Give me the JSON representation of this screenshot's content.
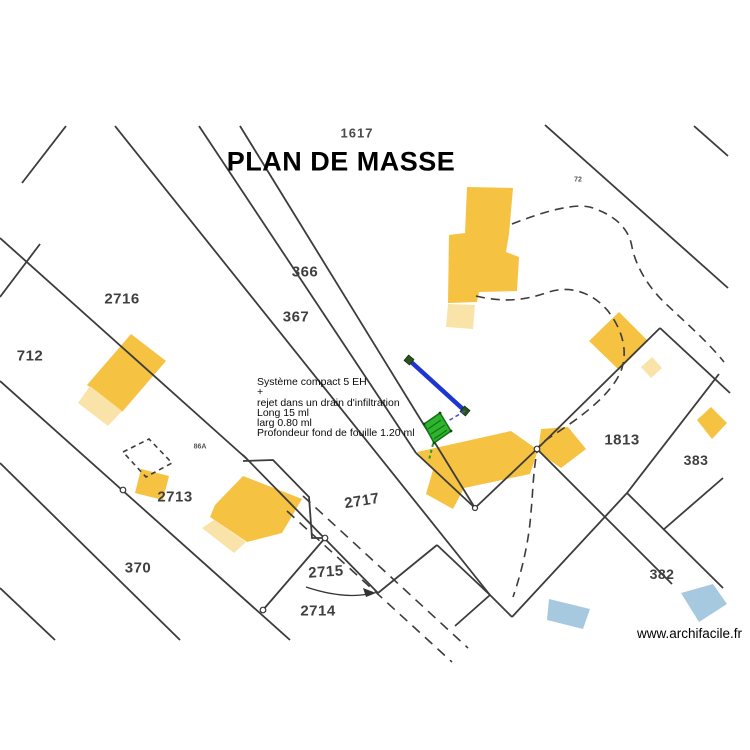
{
  "title": "PLAN DE MASSE",
  "watermark": "www.archifacile.fr",
  "parcels": {
    "p1617": "1617",
    "p72": "72",
    "p366": "366",
    "p367": "367",
    "p2716": "2716",
    "p712": "712",
    "p86a": "86A",
    "p2713": "2713",
    "p370": "370",
    "p2715": "2715",
    "p2714": "2714",
    "p2717": "2717",
    "p1813": "1813",
    "p383": "383",
    "p382": "382"
  },
  "annotation": {
    "l1": "Système compact 5 EH",
    "l2": "+",
    "l3": "rejet dans un drain d'infiltration",
    "l4": "Long 15 ml",
    "l5": "larg 0.80 ml",
    "l6": "Profondeur fond de fouille 1.20 ml"
  },
  "colors": {
    "building": "#F5C242",
    "building_light": "#FAE3A8",
    "annex_building": "#A6C9DF",
    "drain_line": "#1C36CF",
    "compact_system": "#2DB52D",
    "boundary": "#3C3C3C"
  }
}
